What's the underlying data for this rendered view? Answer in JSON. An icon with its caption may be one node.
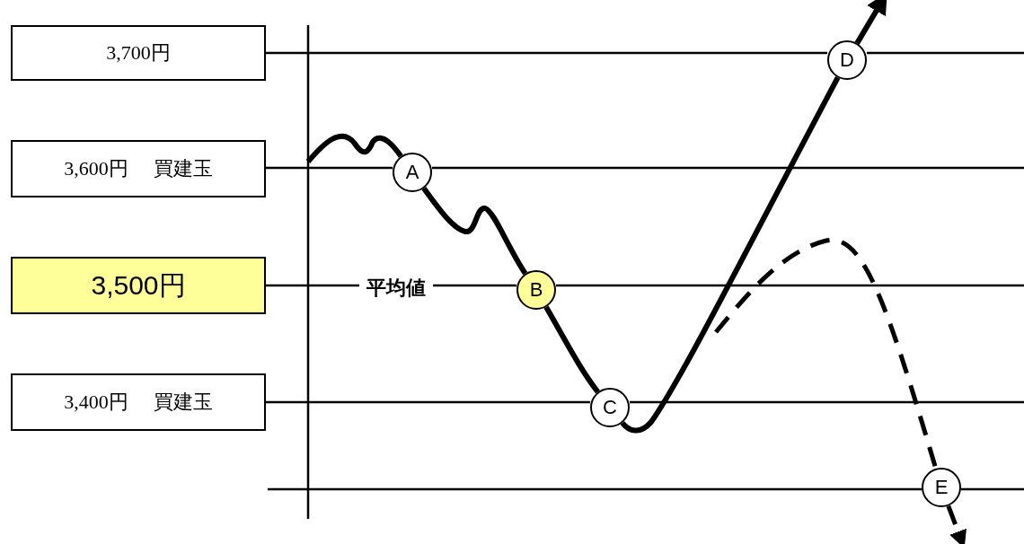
{
  "diagram": {
    "nodes": [
      {
        "text": [
          "3,700円"
        ]
      },
      {
        "text": [
          "3,600円",
          "買建玉"
        ]
      },
      {
        "text": [
          "3,500円"
        ]
      },
      {
        "text": [
          "3,400円",
          "買建玉"
        ]
      },
      {
        "text": [
          "A"
        ]
      },
      {
        "text": [
          "B"
        ]
      },
      {
        "text": [
          "C"
        ]
      },
      {
        "text": [
          "D"
        ]
      },
      {
        "text": [
          "E"
        ]
      }
    ],
    "edges": [
      {
        "from": 0,
        "to": 7,
        "arrow": "none"
      },
      {
        "from": 1,
        "to": 4,
        "arrow": "none"
      },
      {
        "from": 2,
        "to": 5,
        "arrow": "none",
        "label": "平均値"
      },
      {
        "from": 3,
        "to": 6,
        "arrow": "none"
      },
      {
        "from": null,
        "to": 4,
        "arrow": "none"
      },
      {
        "from": 4,
        "to": 5,
        "arrow": "none"
      },
      {
        "from": 5,
        "to": 6,
        "arrow": "none"
      },
      {
        "from": 6,
        "to": 7,
        "arrow": "none"
      },
      {
        "from": 7,
        "to": null,
        "arrow": "to"
      },
      {
        "from": null,
        "to": 8,
        "arrow": "none",
        "style": "dashed"
      },
      {
        "from": 8,
        "to": null,
        "arrow": "to",
        "style": "dashed"
      }
    ]
  }
}
